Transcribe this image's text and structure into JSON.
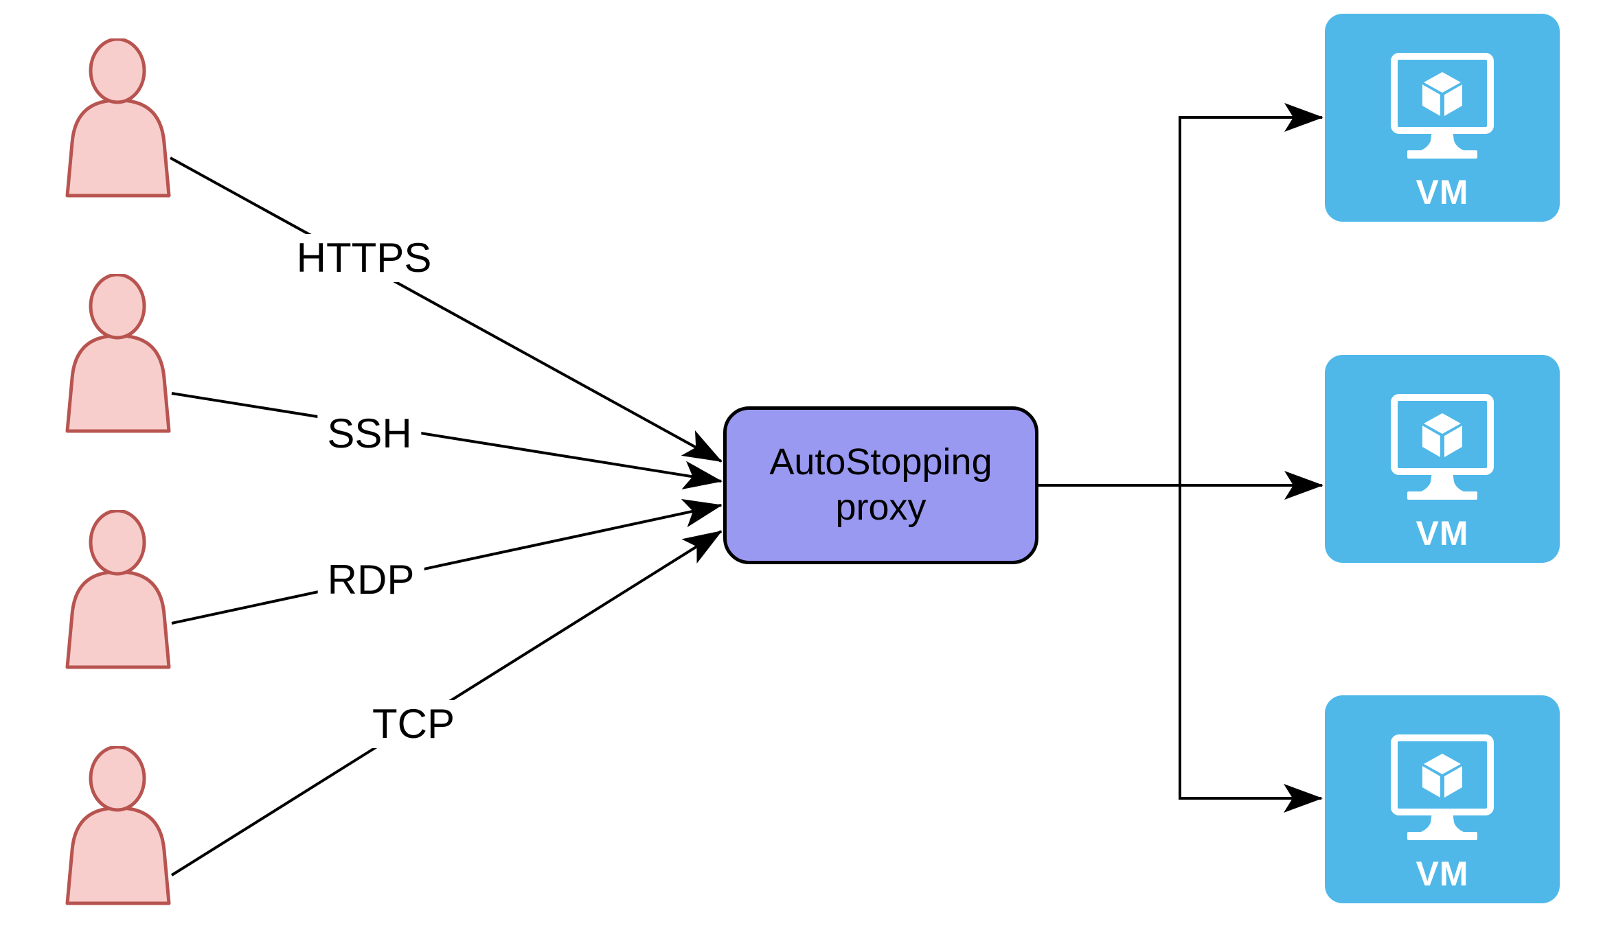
{
  "diagram": {
    "edges": [
      {
        "label": "HTTPS"
      },
      {
        "label": "SSH"
      },
      {
        "label": "RDP"
      },
      {
        "label": "TCP"
      }
    ],
    "proxy": {
      "label": "AutoStopping proxy"
    },
    "vms": [
      {
        "label": "VM"
      },
      {
        "label": "VM"
      },
      {
        "label": "VM"
      }
    ],
    "icons": {
      "user": "person-icon",
      "vm": "virtual-machine-monitor-cube-icon",
      "arrow": "black-arrowhead"
    },
    "colors": {
      "background": "#FFFFFF",
      "user_fill": "#F8CECC",
      "user_stroke": "#B85450",
      "proxy_fill": "#9999F2",
      "proxy_stroke": "#000000",
      "vm_fill": "#4FB8E9",
      "vm_icon": "#FFFFFF",
      "connector": "#000000",
      "label_text": "#000000"
    }
  }
}
